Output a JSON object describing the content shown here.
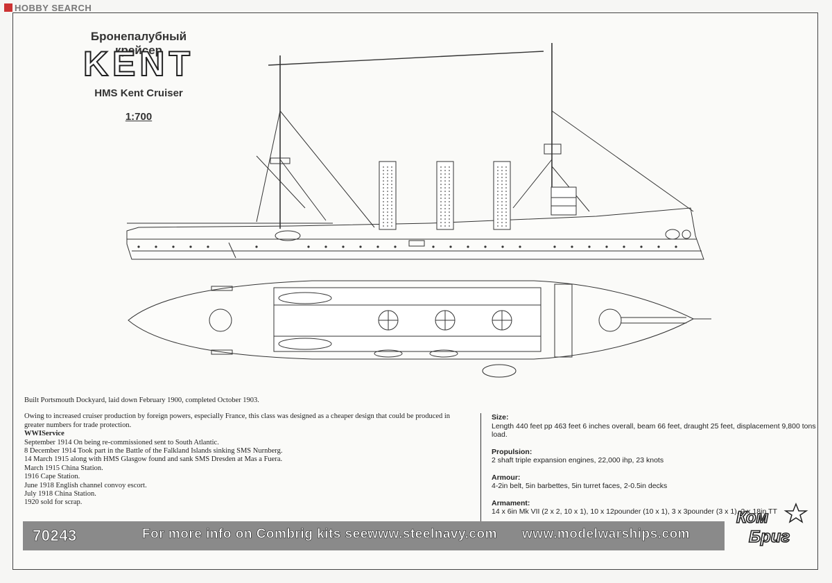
{
  "watermark": "HOBBY SEARCH",
  "title_ru": "Бронепалубный крейсер",
  "title": "KENT",
  "subtitle": "HMS Kent Cruiser",
  "scale": "1:700",
  "history": {
    "built": "Built Portsmouth Dockyard, laid down February 1900, completed October 1903.",
    "intro": "Owing to increased cruiser production by foreign powers, especially France, this class was designed as a cheaper design that could be produced in greater numbers for trade protection.",
    "service_heading": "WWIService",
    "service": [
      "September 1914 On being re-commissioned sent to South Atlantic.",
      "8 December 1914 Took part in the Battle of the Falkland Islands sinking SMS Nurnberg.",
      "14 March 1915 along with HMS Glasgow found and sank SMS Dresden at Mas a Fuera.",
      "March 1915 China Station.",
      "1916 Cape Station.",
      "June 1918 English channel convoy escort.",
      "July 1918 China Station.",
      "1920 sold for scrap."
    ]
  },
  "specs": [
    {
      "label": "Size:",
      "text": "Length 440 feet pp 463 feet 6 inches overall, beam 66 feet, draught 25 feet, displacement 9,800 tons load."
    },
    {
      "label": "Propulsion:",
      "text": "2 shaft triple expansion engines, 22,000 ihp, 23 knots"
    },
    {
      "label": "Armour:",
      "text": "4-2in belt, 5in barbettes, 5in turret faces, 2-0.5in decks"
    },
    {
      "label": "Armament:",
      "text": "14 x 6in Mk VII (2 x 2, 10 x 1), 10 x 12pounder (10 x 1), 3 x 3pounder (3 x 1), 2 x 18in TT"
    }
  ],
  "footer": {
    "kit_number": "70243",
    "info": "For more info on Combrig kits see:",
    "site1": "www.steelnavy.com",
    "site2": "www.modelwarships.com"
  },
  "brand": {
    "line1": "Ком",
    "line2": "Бриг"
  }
}
